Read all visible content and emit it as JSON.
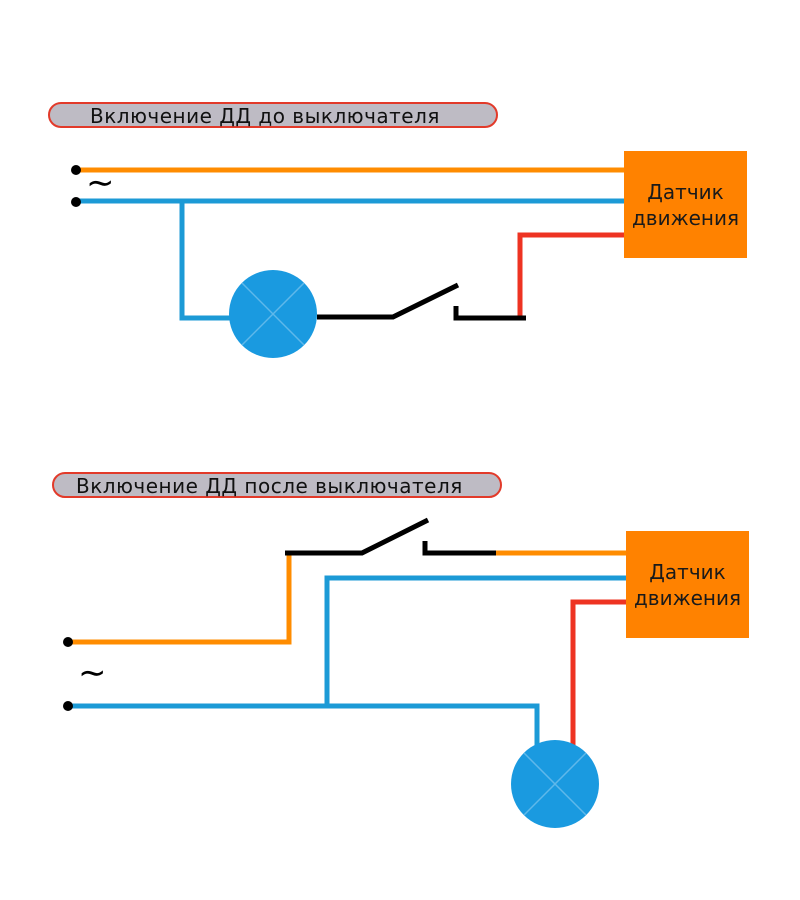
{
  "diagram_1": {
    "title": "Включение ДД до выключателя",
    "sensor": {
      "line1": "Датчик",
      "line2": "движения"
    },
    "ac_symbol": "∼"
  },
  "diagram_2": {
    "title": "Включение ДД после выключателя",
    "sensor": {
      "line1": "Датчик",
      "line2": "движения"
    },
    "ac_symbol": "∼"
  },
  "colors": {
    "phase": "#ff8c00",
    "neutral": "#1c9ad6",
    "load": "#ee3322",
    "switch": "#000000",
    "lamp": "#1a9ae0",
    "sensor": "#ff8200",
    "title_border": "#e23a2a",
    "title_bg": "#bebbc4"
  }
}
